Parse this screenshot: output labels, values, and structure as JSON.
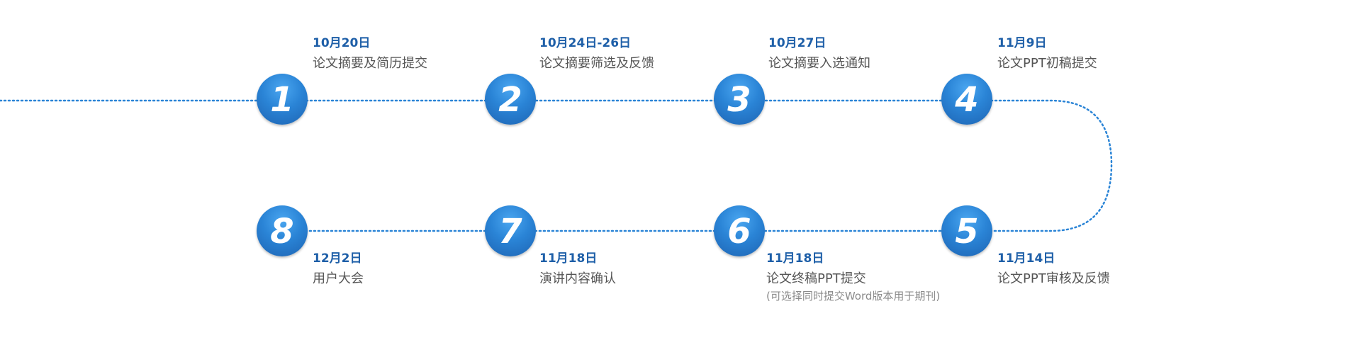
{
  "colors": {
    "line": "#2a84d6",
    "date": "#1e5fa8",
    "desc": "#555555",
    "note": "#8a8a8a"
  },
  "steps": [
    {
      "number": "1",
      "date": "10月20日",
      "desc": "论文摘要及简历提交",
      "note": ""
    },
    {
      "number": "2",
      "date": "10月24日-26日",
      "desc": "论文摘要筛选及反馈",
      "note": ""
    },
    {
      "number": "3",
      "date": "10月27日",
      "desc": "论文摘要入选通知",
      "note": ""
    },
    {
      "number": "4",
      "date": "11月9日",
      "desc": "论文PPT初稿提交",
      "note": ""
    },
    {
      "number": "5",
      "date": "11月14日",
      "desc": "论文PPT审核及反馈",
      "note": ""
    },
    {
      "number": "6",
      "date": "11月18日",
      "desc": "论文终稿PPT提交",
      "note": "(可选择同时提交Word版本用于期刊)"
    },
    {
      "number": "7",
      "date": "11月18日",
      "desc": "演讲内容确认",
      "note": ""
    },
    {
      "number": "8",
      "date": "12月2日",
      "desc": "用户大会",
      "note": ""
    }
  ]
}
